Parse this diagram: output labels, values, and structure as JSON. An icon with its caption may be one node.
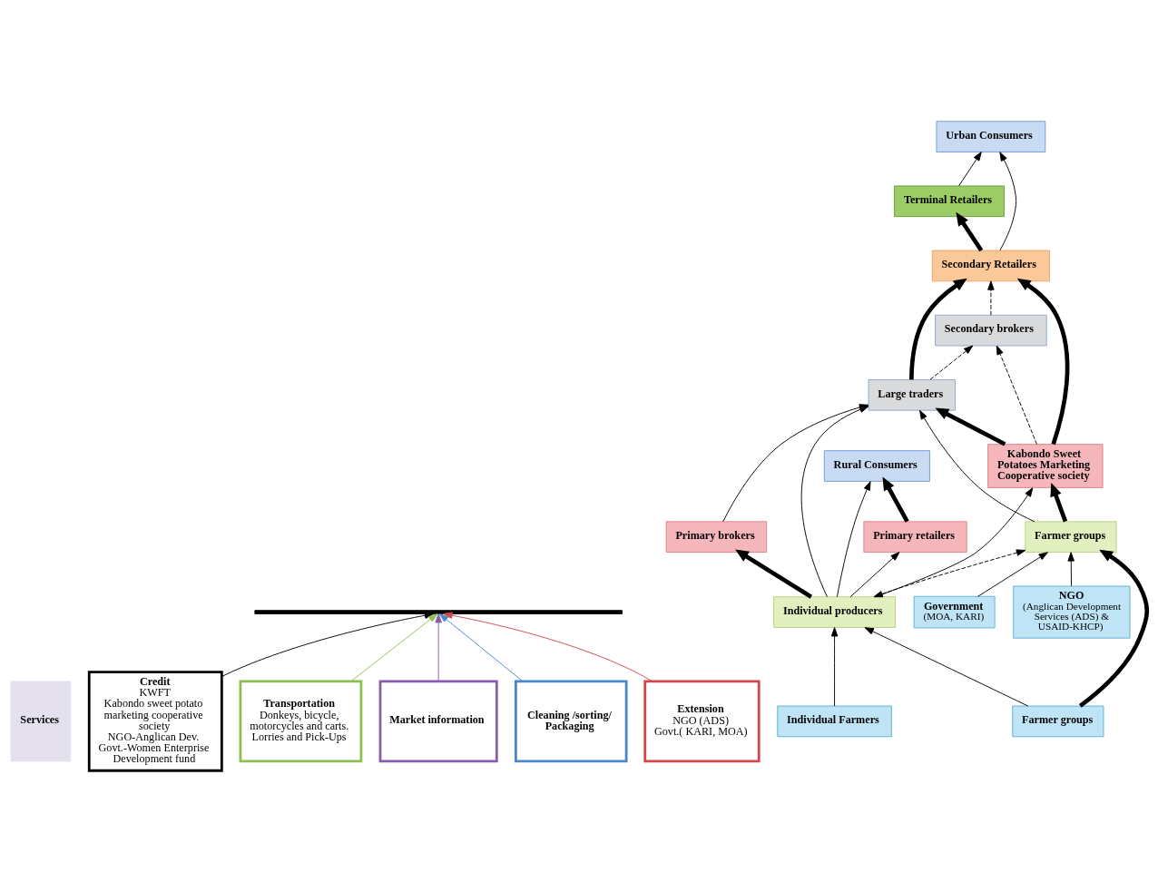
{
  "diagram": {
    "nodes": [
      {
        "text": [
          "Services"
        ]
      },
      {
        "text": [
          "Credit",
          "KWFT",
          "Kabondo sweet potato marketing cooperative society",
          "NGO-Anglican Dev.",
          "Govt.-Women Enterprise Development fund"
        ]
      },
      {
        "text": [
          "Transportation",
          "Donkeys, bicycle, motorcycles and carts.",
          "Lorries and Pick-Ups"
        ]
      },
      {
        "text": [
          "Market information"
        ]
      },
      {
        "text": [
          "Cleaning /sorting/ Packaging"
        ]
      },
      {
        "text": [
          "Extension",
          "NGO (ADS)",
          "Govt.( KARI, MOA)"
        ]
      },
      {
        "text": [],
        "shape": "bar"
      },
      {
        "text": [
          "Rural Consumers"
        ]
      },
      {
        "text": [
          "Urban Consumers"
        ]
      },
      {
        "text": [
          "Terminal Retailers"
        ]
      },
      {
        "text": [
          "Secondary Retailers"
        ]
      },
      {
        "text": [
          "Large traders"
        ]
      },
      {
        "text": [
          "Secondary brokers"
        ]
      },
      {
        "text": [
          "Primary retailers"
        ]
      },
      {
        "text": [
          "Primary brokers"
        ]
      },
      {
        "text": [
          "Kabondo Sweet Potatoes Marketing Cooperative society"
        ]
      },
      {
        "text": [
          "Individual producers"
        ]
      },
      {
        "text": [
          "Farmer groups"
        ]
      },
      {
        "text": [
          "Individual Farmers"
        ]
      },
      {
        "text": [
          "Farmer groups"
        ]
      },
      {
        "text": [
          "Government",
          "(MOA, KARI)"
        ]
      },
      {
        "text": [
          "NGO",
          "(Anglican Development Services (ADS) & USAID-KHCP)"
        ]
      }
    ],
    "edges": [
      {
        "from": 1,
        "to": 6,
        "arrow": "to",
        "color": "#000000"
      },
      {
        "from": 2,
        "to": 6,
        "arrow": "to",
        "color": "#8cbf4f"
      },
      {
        "from": 3,
        "to": 6,
        "arrow": "to",
        "color": "#8a5cb0"
      },
      {
        "from": 4,
        "to": 6,
        "arrow": "to",
        "color": "#4a86c8"
      },
      {
        "from": 5,
        "to": 6,
        "arrow": "to",
        "color": "#d0484c"
      },
      {
        "from": 16,
        "to": 7,
        "arrow": "to"
      },
      {
        "from": 13,
        "to": 7,
        "arrow": "to",
        "style": "thick"
      },
      {
        "from": 10,
        "to": 8,
        "arrow": "to"
      },
      {
        "from": 9,
        "to": 8,
        "arrow": "to"
      },
      {
        "from": 10,
        "to": 9,
        "arrow": "to",
        "style": "thick"
      },
      {
        "from": 11,
        "to": 10,
        "arrow": "to",
        "style": "thick"
      },
      {
        "from": 12,
        "to": 10,
        "arrow": "to",
        "style": "dashed"
      },
      {
        "from": 11,
        "to": 12,
        "arrow": "to",
        "style": "dashed"
      },
      {
        "from": 15,
        "to": 10,
        "arrow": "to",
        "style": "thick"
      },
      {
        "from": 15,
        "to": 11,
        "arrow": "to",
        "style": "thick"
      },
      {
        "from": 15,
        "to": 12,
        "arrow": "to",
        "style": "dashed"
      },
      {
        "from": 14,
        "to": 11,
        "arrow": "to"
      },
      {
        "from": 16,
        "to": 11,
        "arrow": "to"
      },
      {
        "from": 17,
        "to": 11,
        "arrow": "to"
      },
      {
        "from": 16,
        "to": 13,
        "arrow": "to"
      },
      {
        "from": 16,
        "to": 14,
        "arrow": "to",
        "style": "thick"
      },
      {
        "from": 16,
        "to": 15,
        "arrow": "to"
      },
      {
        "from": 17,
        "to": 15,
        "arrow": "to",
        "style": "thick"
      },
      {
        "from": 16,
        "to": 17,
        "arrow": "both",
        "style": "dashed"
      },
      {
        "from": 18,
        "to": 16,
        "arrow": "to"
      },
      {
        "from": 19,
        "to": 16,
        "arrow": "to"
      },
      {
        "from": 19,
        "to": 17,
        "arrow": "to",
        "style": "thick"
      },
      {
        "from": 20,
        "to": 17,
        "arrow": "to"
      },
      {
        "from": 21,
        "to": 17,
        "arrow": "to"
      }
    ]
  }
}
